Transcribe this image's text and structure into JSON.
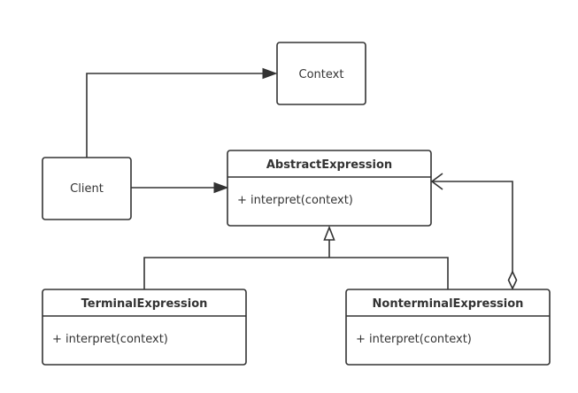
{
  "nodes": {
    "context": {
      "label": "Context"
    },
    "client": {
      "label": "Client"
    },
    "abstract_expression": {
      "title": "AbstractExpression",
      "member": "+ interpret(context)"
    },
    "terminal_expression": {
      "title": "TerminalExpression",
      "member": "+ interpret(context)"
    },
    "nonterminal_expression": {
      "title": "NonterminalExpression",
      "member": "+ interpret(context)"
    }
  },
  "colors": {
    "stroke": "#333333",
    "background": "#ffffff"
  }
}
